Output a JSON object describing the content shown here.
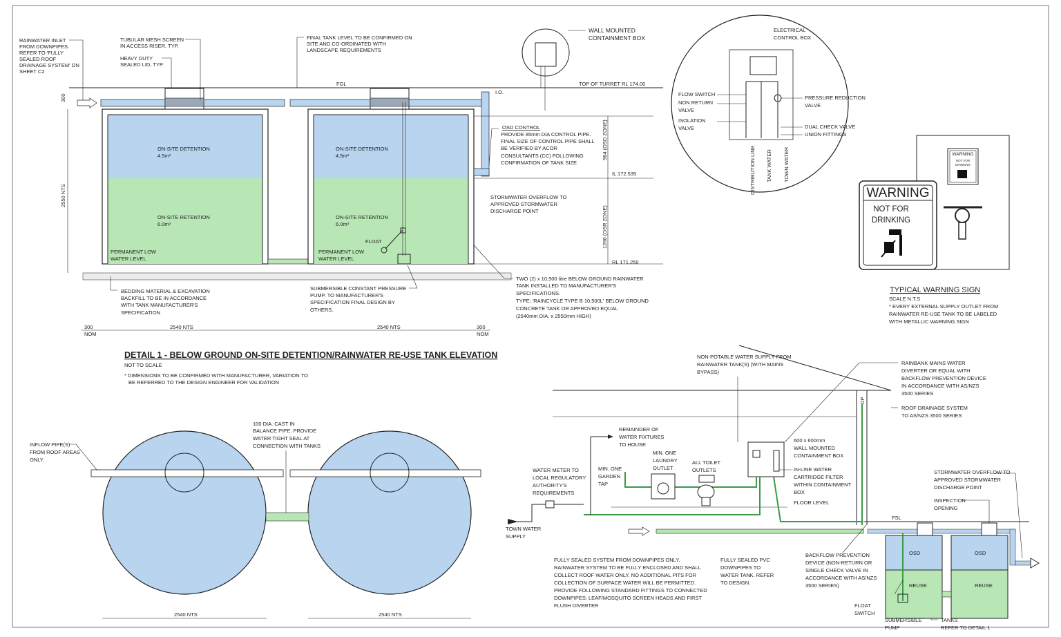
{
  "colors": {
    "osd": "#b8d4ef",
    "reuse": "#b8e7b5",
    "pipe_green": "#3a9a46",
    "line": "#222222"
  },
  "elevation": {
    "rainwater_inlet": [
      "RAINWATER INLET",
      "FROM DOWNPIPES.",
      "REFER TO 'FULLY",
      "SEALED ROOF",
      "DRAINAGE SYSTEM' ON",
      "SHEET C2"
    ],
    "mesh_screen": [
      "TUBULAR MESH SCREEN",
      "IN ACCESS RISER, TYP."
    ],
    "heavy_lid": [
      "HEAVY DUTY",
      "SEALED LID, TYP."
    ],
    "final_level": [
      "FINAL TANK LEVEL TO BE CONFIRMED ON",
      "SITE AND CO-ORDINATED WITH",
      "LANDSCAPE REQUIREMENTS"
    ],
    "wall_box": [
      "WALL MOUNTED",
      "CONTAINMENT BOX"
    ],
    "fgl": "FGL",
    "io": "I.O.",
    "top_turret": "TOP OF TURRET RL 174.00",
    "dim_300": "300",
    "dim_2550": "2550 NTS",
    "on_site_detention": "ON-SITE DETENTION",
    "detention_vol": "4.5m³",
    "on_site_retention": "ON-SITE RETENTION",
    "retention_vol": "6.0m³",
    "permanent_low": [
      "PERMANENT LOW",
      "WATER LEVEL"
    ],
    "float": "FLOAT",
    "osd_control_title": "OSD CONTROL",
    "osd_control": [
      "PROVIDE 85mm DIA CONTROL PIPE.",
      "FINAL SIZE OF CONTROL PIPE SHALL",
      "BE VERIFIED BY ACOR",
      "CONSULTANTS (CC) FOLLOWING",
      "CONFIRMATION OF TANK SIZE"
    ],
    "osd_zone": "964 (OSD ZONE)",
    "osr_zone": "1286 (OSR ZONE)",
    "il": "IL 172.535",
    "rl": "RL 171.250",
    "overflow": [
      "STORMWATER OVERFLOW TO",
      "APPROVED STORMWATER",
      "DISCHARGE POINT"
    ],
    "bedding": [
      "BEDDING MATERIAL & EXCAVATION",
      "BACKFILL TO BE IN ACCORDANCE",
      "WITH TANK MANUFACTURER'S",
      "SPECIFICATION"
    ],
    "pump": [
      "SUBMERSIBLE CONSTANT PRESSURE",
      "PUMP. TO MANUFACTURER'S",
      "SPECIFICATION FINAL DESIGN BY",
      "OTHERS."
    ],
    "two_tanks": [
      "TWO (2) x 10,500 litre BELOW GROUND RAINWATER",
      "TANK INSTALLED TO MANUFACTURER'S",
      "SPECIFICATIONS.",
      "TYPE; 'RAINCYCLE TYPE B 10,500L' BELOW GROUND",
      "CONCRETE TANK OR APPROVED EQUAL",
      "(2540mm DIA. x 2550mm HIGH)"
    ],
    "dim_2540": "2540 NTS",
    "dim_300_nom": [
      "300",
      "NOM"
    ]
  },
  "detail_title": "DETAIL 1 - BELOW GROUND ON-SITE DETENTION/RAINWATER RE-USE TANK ELEVATION",
  "detail_sub": "NOT TO SCALE",
  "detail_note": [
    "* DIMENSIONS TO BE CONFIRMED WITH MANUFACTURER, VARIATION TO",
    "BE REFERRED TO THE DESIGN ENGINEER FOR VALIDATION"
  ],
  "valve_detail": {
    "electrical": [
      "ELECTRICAL",
      "CONTROL BOX"
    ],
    "flow_switch": "FLOW SWITCH",
    "non_return": [
      "NON RETURN",
      "VALVE"
    ],
    "isolation": [
      "ISOLATION",
      "VALVE"
    ],
    "pressure_reduction": [
      "PRESSURE REDUCTION",
      "VALVE"
    ],
    "dual_check": "DUAL CHECK VALVE",
    "union": "UNION FITTINGS",
    "distribution": "DISTRIBUTION LINE",
    "tank_water": "TANK WATER",
    "town_water": "TOWN WATER"
  },
  "warning": {
    "big": "WARNING",
    "not_for": "NOT FOR",
    "drinking": "DRINKING",
    "small": "WARNING",
    "small_sub": [
      "NOT FOR",
      "DRINKING"
    ],
    "title": "TYPICAL WARNING SIGN",
    "scale": "SCALE N.T.S",
    "note": [
      "* EVERY EXTERNAL SUPPLY OUTLET FROM",
      "RAINWATER RE-USE TANK TO BE LABELED",
      "WITH METALLIC WARNING SIGN"
    ]
  },
  "plan": {
    "inflow": [
      "INFLOW PIPE(S)",
      "FROM ROOF AREAS",
      "ONLY."
    ],
    "balance": [
      "100 DIA. CAST IN",
      "BALANCE PIPE. PROVIDE",
      "WATER TIGHT SEAL AT",
      "CONNECTION WITH TANKS"
    ],
    "dim_2540": "2540 NTS"
  },
  "schematic": {
    "non_potable": [
      "NON-POTABLE WATER SUPPLY FROM",
      "RAINWATER TANK(S) (WITH MAINS",
      "BYPASS)"
    ],
    "rainbank": [
      "RAINBANK MAINS WATER",
      "DIVERTER OR EQUAL WITH",
      "BACKFLOW PREVENTION DEVICE",
      "IN ACCORDANCE WITH AS/NZS",
      "3500 SERIES"
    ],
    "roof_drainage": [
      "ROOF DRAINAGE SYSTEM",
      "TO AS/NZS 3500 SERIES"
    ],
    "dp": "DP",
    "remainder": [
      "REMAINDER OF",
      "WATER FIXTURES",
      "TO HOUSE"
    ],
    "laundry": [
      "MIN. ONE",
      "LAUNDRY",
      "OUTLET"
    ],
    "toilet": [
      "ALL TOILET",
      "OUTLETS"
    ],
    "garden": [
      "MIN. ONE",
      "GARDEN",
      "TAP"
    ],
    "box": [
      "600 x 600mm",
      "WALL MOUNTED",
      "CONTAINMENT BOX"
    ],
    "cartridge": [
      "IN-LINE WATER",
      "CARTRIDGE FILTER",
      "WITHIN CONTAINMENT",
      "BOX"
    ],
    "floor_level": "FLOOR LEVEL",
    "meter": [
      "WATER METER TO",
      "LOCAL REGULATORY",
      "AUTHORITY'S",
      "REQUIREMENTS"
    ],
    "town_water": [
      "TOWN WATER",
      "SUPPLY"
    ],
    "fsl": "FSL",
    "overflow": [
      "STORMWATER OVERFLOW TO",
      "APPROVED STORMWATER",
      "DISCHARGE POINT"
    ],
    "inspection": [
      "INSPECTION",
      "OPENING"
    ],
    "osd": "OSD",
    "reuse": "REUSE",
    "sealed": [
      "FULLY SEALED SYSTEM FROM DOWNPIPES ONLY.",
      "RAINWATER SYSTEM TO BE FULLY ENCLOSED AND SHALL",
      "COLLECT ROOF WATER ONLY. NO ADDITIONAL PITS FOR",
      "COLLECTION OF SURFACE WATER WILL BE PERMITTED.",
      "PROVIDE FOLLOWING STANDARD FITTINGS TO CONNECTED",
      "DOWNPIPES: LEAF/MOSQUITO SCREEN HEADS AND FIRST",
      "FLUSH DIVERTER"
    ],
    "pvc": [
      "FULLY SEALED PVC",
      "DOWNPIPES TO",
      "WATER TANK. REFER",
      "TO DESIGN."
    ],
    "backflow": [
      "BACKFLOW PREVENTION",
      "DEVICE (NON-RETURN OR",
      "SINGLE CHECK VALVE IN",
      "ACCORDANCE WITH AS/NZS",
      "3500 SERIES)"
    ],
    "float_switch": [
      "FLOAT",
      "SWITCH"
    ],
    "submersible": [
      "SUBMERSIBLE",
      "PUMP"
    ],
    "tanks": [
      "TANKS",
      "REFER TO DETAIL 1"
    ]
  }
}
